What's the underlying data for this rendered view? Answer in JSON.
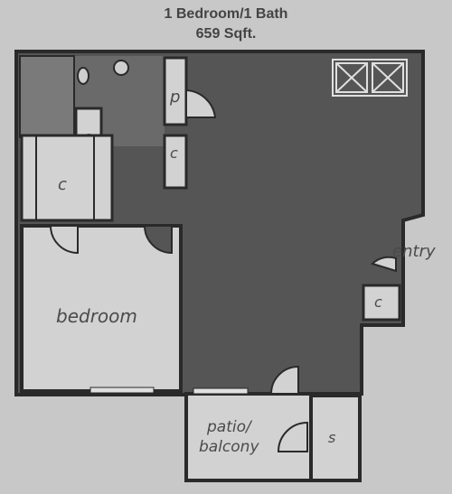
{
  "header": {
    "title": "1 Bedroom/1 Bath",
    "area": "659 Sqft."
  },
  "rooms": {
    "bedroom": "bedroom",
    "patio": "patio/",
    "balcony": "balcony",
    "entry": "entry",
    "storage": "s",
    "pantry": "p",
    "closet_label": "c"
  },
  "colors": {
    "background": "#c8c8c8",
    "floor": "#555555",
    "wall": "#2a2a2a",
    "light_room": "#d2d2d2",
    "text": "#444444"
  },
  "icons": [
    "stove-icon",
    "door-swing-icon",
    "toilet-icon",
    "sink-icon"
  ]
}
